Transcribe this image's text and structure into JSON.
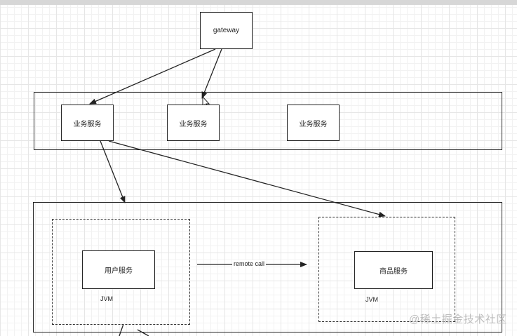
{
  "nodes": {
    "gateway": "gateway",
    "business_service_1": "业务服务",
    "business_service_2": "业务服务",
    "business_service_3": "业务服务",
    "user_service": "用户服务",
    "product_service": "商品服务"
  },
  "jvm_labels": {
    "left": "JVM",
    "right": "JVM"
  },
  "edge_labels": {
    "remote_call": "remote call"
  },
  "watermark": "@稀土掘金技术社区"
}
